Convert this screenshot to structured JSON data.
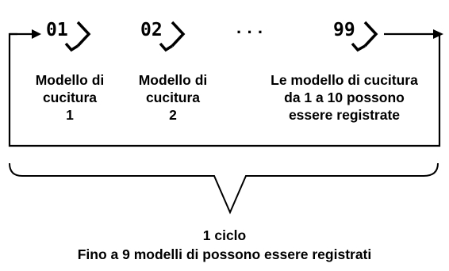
{
  "steps": [
    {
      "number": "01",
      "label_line1": "Modello di",
      "label_line2": "cucitura",
      "label_line3": "1"
    },
    {
      "number": "02",
      "label_line1": "Modello di",
      "label_line2": "cucitura",
      "label_line3": "2"
    },
    {
      "number": "99",
      "label_line1": "Le modello di cucitura",
      "label_line2": "da 1 a 10 possono",
      "label_line3": "essere registrate"
    }
  ],
  "ellipsis": "· · ·",
  "cycle": {
    "title": "1 ciclo",
    "subtitle": "Fino a 9 modelli di possono essere registrati"
  },
  "colors": {
    "ink": "#000000",
    "background": "#ffffff"
  }
}
